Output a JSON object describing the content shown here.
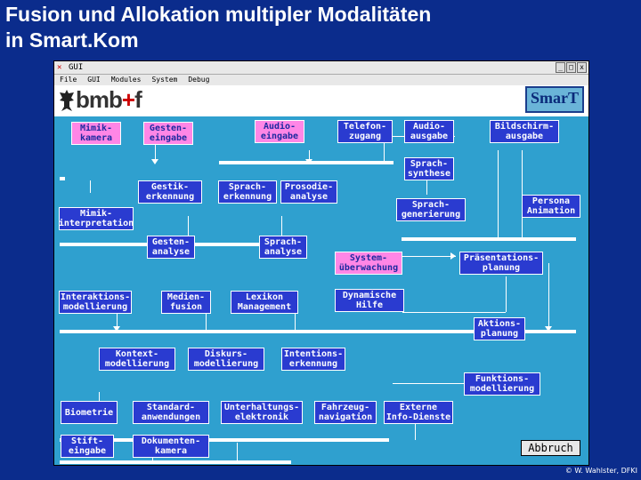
{
  "slide": {
    "title_line1": "Fusion und Allokation multipler Modalitäten",
    "title_line2": "in Smart.Kom",
    "copyright": "© W. Wahlster, DFKI"
  },
  "window": {
    "title": "GUI",
    "min_icon": "_",
    "max_icon": "□",
    "close_icon": "x"
  },
  "menu": [
    "File",
    "GUI",
    "Modules",
    "System",
    "Debug"
  ],
  "logos": {
    "bmbf_left": "bmb",
    "bmbf_plus": "+",
    "bmbf_right": "f",
    "smartkom": "SmarT"
  },
  "modules": {
    "mimik_kamera": "Mimik-\nkamera",
    "gesten_eingabe": "Gesten-\neingabe",
    "audio_eingabe": "Audio-\neingabe",
    "telefon_zugang": "Telefon-\nzugang",
    "audio_ausgabe": "Audio-\nausgabe",
    "bildschirm_ausgabe": "Bildschirm-\nausgabe",
    "sprach_synthese": "Sprach-\nsynthese",
    "gestik_erkennung": "Gestik-\nerkennung",
    "sprach_erkennung": "Sprach-\nerkennung",
    "prosodie_analyse": "Prosodie-\nanalyse",
    "sprach_generierung": "Sprach-\ngenerierung",
    "persona_animation": "Persona\nAnimation",
    "mimik_interpretation": "Mimik-\ninterpretation",
    "gesten_analyse": "Gesten-\nanalyse",
    "sprach_analyse": "Sprach-\nanalyse",
    "system_ueberwachung": "System-\nüberwachung",
    "praesentations_planung": "Präsentations-\nplanung",
    "interaktions_modellierung": "Interaktions-\nmodellierung",
    "medien_fusion": "Medien-\nfusion",
    "lexikon_management": "Lexikon\nManagement",
    "dynamische_hilfe": "Dynamische\nHilfe",
    "aktions_planung": "Aktions-\nplanung",
    "kontext_modellierung": "Kontext-\nmodellierung",
    "diskurs_modellierung": "Diskurs-\nmodellierung",
    "intentions_erkennung": "Intentions-\nerkennung",
    "funktions_modellierung": "Funktions-\nmodellierung",
    "biometrie": "Biometrie",
    "standard_anwendungen": "Standard-\nanwendungen",
    "unterhaltungs_elektronik": "Unterhaltungs-\nelektronik",
    "fahrzeug_navigation": "Fahrzeug-\nnavigation",
    "externe_info_dienste": "Externe\nInfo-Dienste",
    "stift_eingabe": "Stift-\neingabe",
    "dokumenten_kamera": "Dokumenten-\nkamera"
  },
  "abort_label": "Abbruch",
  "colors": {
    "background": "#0b2c8c",
    "canvas": "#2fa0cf",
    "node": "#2a3bd0",
    "active_node": "#ff86e6",
    "connector": "#ffffff"
  }
}
